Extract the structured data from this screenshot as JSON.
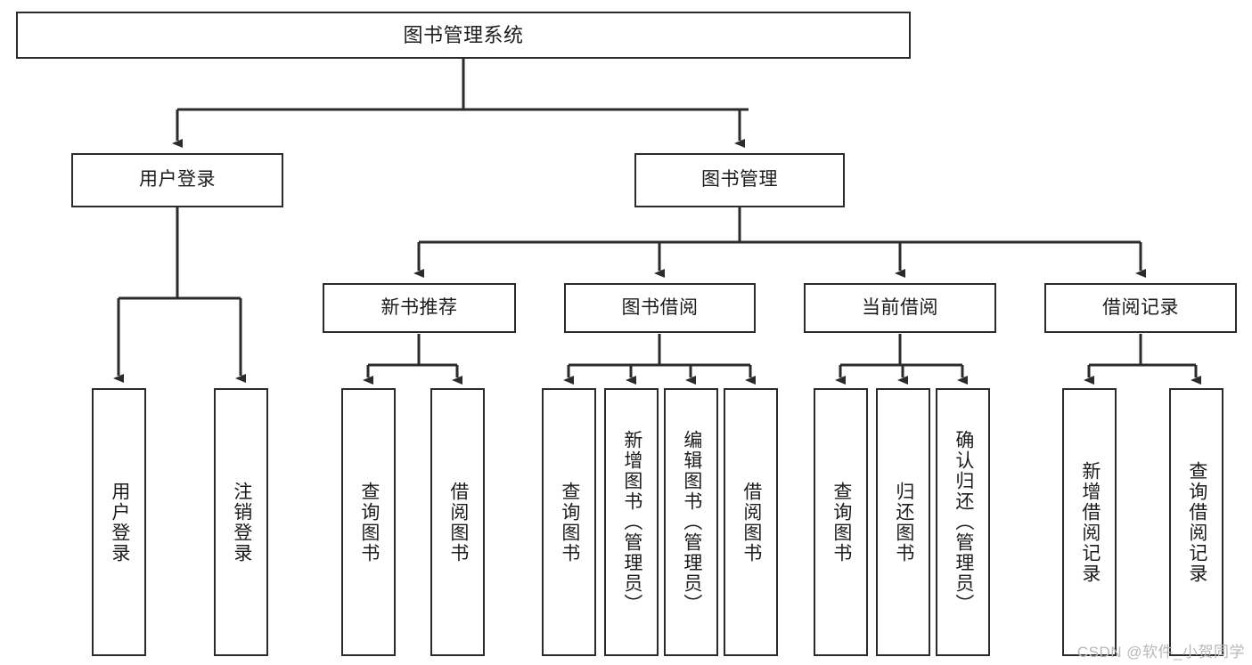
{
  "diagram": {
    "type": "tree",
    "title": "图书管理系统",
    "watermark": "CSDN @软件_小贺同学",
    "nodes": {
      "root": {
        "label": "图书管理系统"
      },
      "level2": [
        {
          "label": "用户登录"
        },
        {
          "label": "图书管理"
        }
      ],
      "level3": [
        {
          "label": "新书推荐"
        },
        {
          "label": "图书借阅"
        },
        {
          "label": "当前借阅"
        },
        {
          "label": "借阅记录"
        }
      ],
      "leaves": {
        "user_login": [
          {
            "label": "用户登录"
          },
          {
            "label": "注销登录"
          }
        ],
        "new_book": [
          {
            "label": "查询图书"
          },
          {
            "label": "借阅图书"
          }
        ],
        "book_borrow": [
          {
            "label": "查询图书"
          },
          {
            "label": "新增图书（管理员）"
          },
          {
            "label": "编辑图书（管理员）"
          },
          {
            "label": "借阅图书"
          }
        ],
        "current_borrow": [
          {
            "label": "查询图书"
          },
          {
            "label": "归还图书"
          },
          {
            "label": "确认归还（管理员）"
          }
        ],
        "borrow_record": [
          {
            "label": "新增借阅记录"
          },
          {
            "label": "查询借阅记录"
          }
        ]
      }
    },
    "colors": {
      "stroke": "#2b2b2b",
      "fill": "#ffffff",
      "text": "#1c1c1c",
      "watermark": "#b8b8b8"
    }
  }
}
